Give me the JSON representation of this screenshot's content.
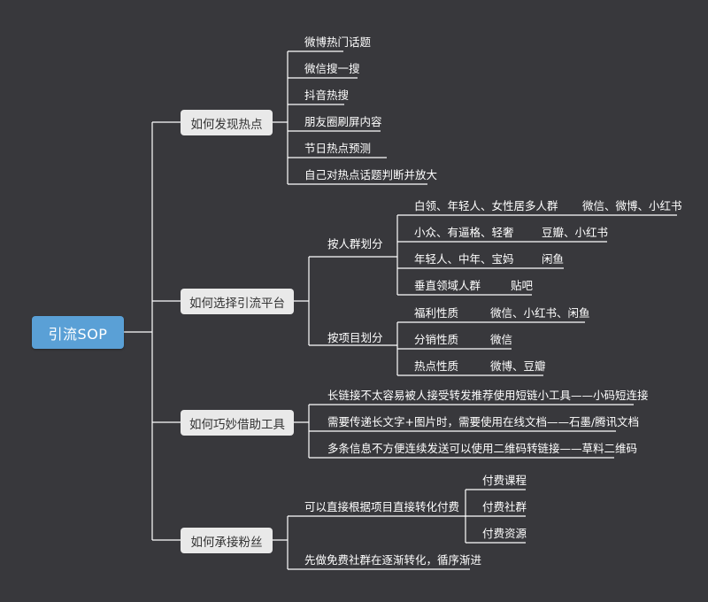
{
  "root": "引流SOP",
  "branches": {
    "hotspot": {
      "label": "如何发现热点",
      "items": [
        "微博热门话题",
        "微信搜一搜",
        "抖音热搜",
        "朋友圈刷屏内容",
        "节日热点预测",
        "自己对热点话题判断并放大"
      ]
    },
    "platform": {
      "label": "如何选择引流平台",
      "by_crowd": {
        "label": "按人群划分",
        "rows": [
          {
            "crowd": "白领、年轻人、女性居多人群",
            "platforms": "微信、微博、小红书"
          },
          {
            "crowd": "小众、有逼格、轻奢",
            "platforms": "豆瓣、小红书"
          },
          {
            "crowd": "年轻人、中年、宝妈",
            "platforms": "闲鱼"
          },
          {
            "crowd": "垂直领域人群",
            "platforms": "贴吧"
          }
        ]
      },
      "by_project": {
        "label": "按项目划分",
        "rows": [
          {
            "nature": "福利性质",
            "platforms": "微信、小红书、闲鱼"
          },
          {
            "nature": "分销性质",
            "platforms": "微信"
          },
          {
            "nature": "热点性质",
            "platforms": "微博、豆瓣"
          }
        ]
      }
    },
    "tools": {
      "label": "如何巧妙借助工具",
      "items": [
        "长链接不太容易被人接受转发推荐使用短链小工具——小码短连接",
        "需要传递长文字+图片时，需要使用在线文档——石墨/腾讯文档",
        "多条信息不方便连续发送可以使用二维码转链接——草料二维码"
      ]
    },
    "fans": {
      "label": "如何承接粉丝",
      "direct": {
        "label": "可以直接根据项目直接转化付费",
        "items": [
          "付费课程",
          "付费社群",
          "付费资源"
        ]
      },
      "community": "先做免费社群在逐渐转化，循序渐进"
    }
  }
}
